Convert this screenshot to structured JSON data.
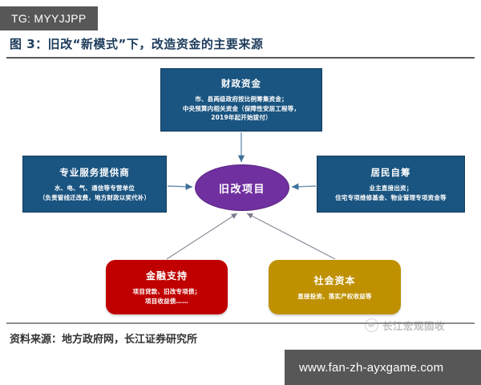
{
  "badge": {
    "label": "TG: MYYJJPP"
  },
  "header": {
    "title": "图 3：旧改“新模式”下，改造资金的主要来源"
  },
  "diagram": {
    "center": {
      "title": "旧改项目",
      "color": "#7030a0"
    },
    "nodes": [
      {
        "key": "fiscal",
        "title": "财政资金",
        "body_line1": "市、县两级政府按比例筹集资金；",
        "body_line2": "中央预算内相关资金（保障性安居工程等，",
        "body_line3": "2019年起开始拨付）",
        "color": "#1a5480"
      },
      {
        "key": "service",
        "title": "专业服务提供商",
        "body_line1": "水、电、气、通信等专营单位",
        "body_line2": "（负责管线迁改费，地方财政以奖代补）",
        "body_line3": "",
        "color": "#1a5480"
      },
      {
        "key": "resident",
        "title": "居民自筹",
        "body_line1": "业主直接出资；",
        "body_line2": "住宅专项维修基金、物业管理专项资金等",
        "body_line3": "",
        "color": "#1a5480"
      },
      {
        "key": "finance",
        "title": "金融支持",
        "body_line1": "项目贷款、旧改专项债；",
        "body_line2": "项目收益债……",
        "body_line3": "",
        "color": "#c00000"
      },
      {
        "key": "social",
        "title": "社会资本",
        "body_line1": "直接投资、落实产权收益等",
        "body_line2": "",
        "body_line3": "",
        "color": "#bf9000"
      }
    ]
  },
  "footer": {
    "source": "资料来源：地方政府网，长江证券研究所",
    "watermark": "长江宏观固收",
    "url": "www.fan-zh-ayxgame.com"
  }
}
